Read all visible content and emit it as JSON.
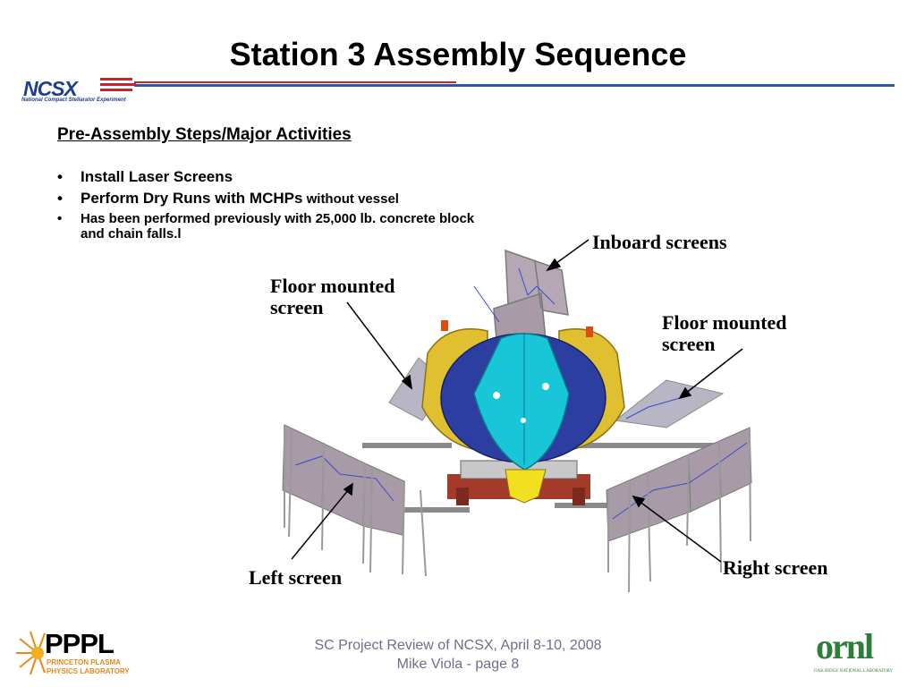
{
  "slide": {
    "title": "Station 3 Assembly Sequence",
    "logo_ncsx": {
      "name": "NCSX",
      "tagline": "National Compact Stellarator Experiment"
    },
    "section_heading": "Pre-Assembly Steps/Major Activities",
    "bullets": [
      {
        "marker": "•",
        "text": "Install Laser Screens"
      },
      {
        "marker": "•",
        "text": "Perform Dry Runs with MCHPs",
        "suffix": " without vessel"
      },
      {
        "marker": "•",
        "text": "Has been performed previously with 25,000 lb. concrete block and chain falls.l"
      }
    ],
    "callouts": {
      "inboard": "Inboard screens",
      "floor_left": "Floor mounted\nscreen",
      "floor_right": "Floor mounted\nscreen",
      "left": "Left screen",
      "right": "Right screen"
    },
    "footer": {
      "line1": "SC Project Review of NCSX, April 8-10, 2008",
      "line2": "Mike Viola - page 8"
    },
    "logo_pppl": {
      "name": "PPPL",
      "sub1": "PRINCETON PLASMA",
      "sub2": "PHYSICS LABORATORY"
    },
    "logo_ornl": {
      "name": "ornl",
      "sub": "OAK RIDGE NATIONAL LABORATORY"
    },
    "colors": {
      "header_rule": "#2a5ba6",
      "accent_red": "#c8242b",
      "footer_text": "#6e6e8a",
      "coil_yellow": "#e0c030",
      "coil_blue": "#2c3fa0",
      "coil_cyan": "#19c6d8",
      "screen_fill": "#a89aa6",
      "ornl_green": "#2e7d3a",
      "pppl_orange": "#e88a1a"
    }
  }
}
